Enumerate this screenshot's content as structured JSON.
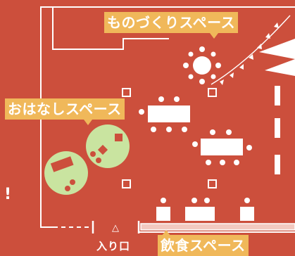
{
  "labels": {
    "monozukuri": "ものづくりスペース",
    "ohanashi": "おはなしスペース",
    "inshoku": "飲食スペース",
    "entrance": "入り口"
  },
  "icons": {
    "entrance_mark": "triangle-up-outline"
  },
  "edge_text": "!",
  "colors": {
    "background": "#cc4f3c",
    "label_background": "#f0b85a",
    "lines": "#ffffff",
    "lounge_circles": "#c9e4a0",
    "counter_strip": "#f2c9c0"
  }
}
